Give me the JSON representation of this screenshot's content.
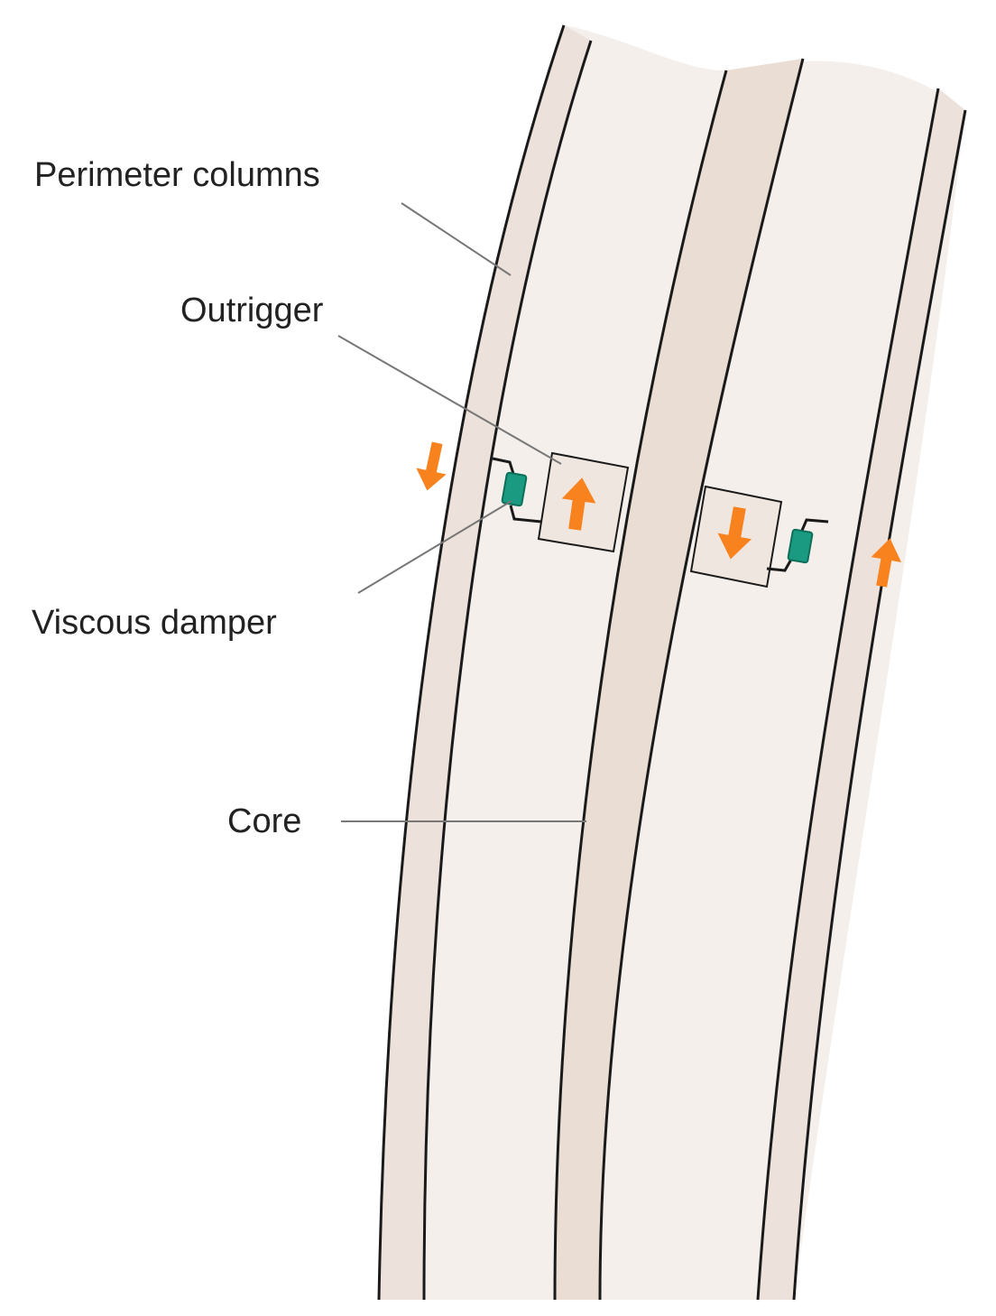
{
  "labels": {
    "perimeter_columns": "Perimeter columns",
    "outrigger": "Outrigger",
    "viscous_damper": "Viscous damper",
    "core": "Core"
  },
  "colors": {
    "background": "#ffffff",
    "building_fill": "#f4efeb",
    "column_fill": "#ece2db",
    "core_fill": "#eadfd7",
    "outline": "#1a1a1a",
    "leader_line": "#777777",
    "arrow": "#f7821e",
    "damper": "#1a9a80",
    "damper_dark": "#0d6e5a",
    "text": "#222222"
  },
  "icons": {
    "force_arrow": "arrow-up-down-icon",
    "damper": "damper-icon"
  }
}
